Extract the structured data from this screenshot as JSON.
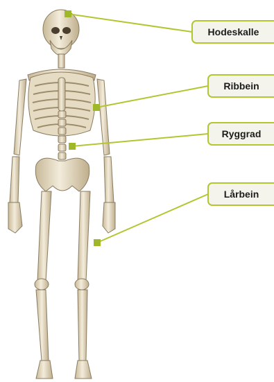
{
  "labels": {
    "skull": "Hodeskalle",
    "ribs": "Ribbein",
    "spine": "Ryggrad",
    "femur": "Lårbein"
  },
  "colors": {
    "accent": "#b3c62f",
    "marker": "#9fb82a",
    "label_bg": "#f4f4ec",
    "bone": "#ece3cf",
    "bone_shade": "#c8b998",
    "bone_outline": "#8a7b60"
  },
  "icons": {
    "marker": "square-marker"
  }
}
